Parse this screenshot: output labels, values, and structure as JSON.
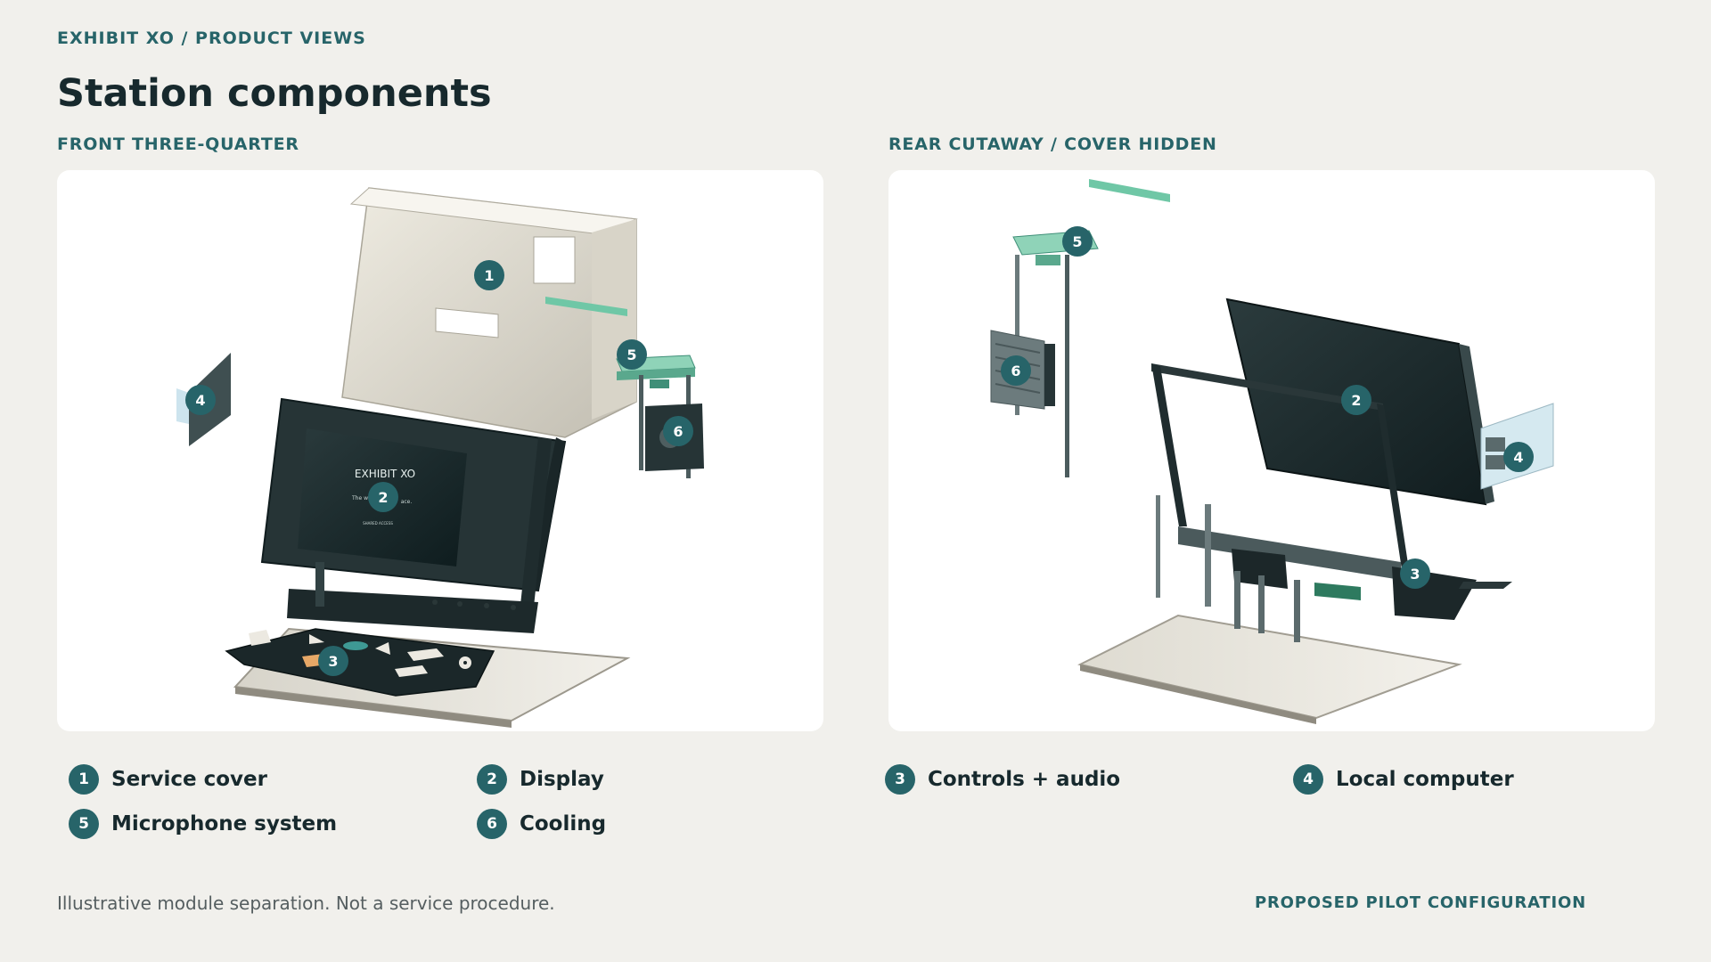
{
  "header": {
    "eyebrow": "EXHIBIT XO / PRODUCT VIEWS",
    "title": "Station components"
  },
  "views": [
    {
      "label": "FRONT THREE-QUARTER"
    },
    {
      "label": "REAR CUTAWAY / COVER HIDDEN"
    }
  ],
  "screen": {
    "brand": "EXHIBIT XO",
    "tagline": "The w",
    "tagline_end": "ace.",
    "small_text": "SHARED ACCESS"
  },
  "markers": {
    "service_cover": "1",
    "display": "2",
    "controls_audio": "3",
    "local_computer": "4",
    "microphone_system": "5",
    "cooling": "6"
  },
  "legend": [
    {
      "number": "1",
      "label": "Service cover"
    },
    {
      "number": "2",
      "label": "Display"
    },
    {
      "number": "3",
      "label": "Controls + audio"
    },
    {
      "number": "4",
      "label": "Local computer"
    },
    {
      "number": "5",
      "label": "Microphone system"
    },
    {
      "number": "6",
      "label": "Cooling"
    }
  ],
  "footer": {
    "note": "Illustrative module separation. Not a service procedure.",
    "right": "PROPOSED PILOT CONFIGURATION"
  },
  "colors": {
    "accent": "#276469",
    "text_dark": "#17292d",
    "background": "#f1f0ec",
    "mint": "#6fc7a6"
  }
}
